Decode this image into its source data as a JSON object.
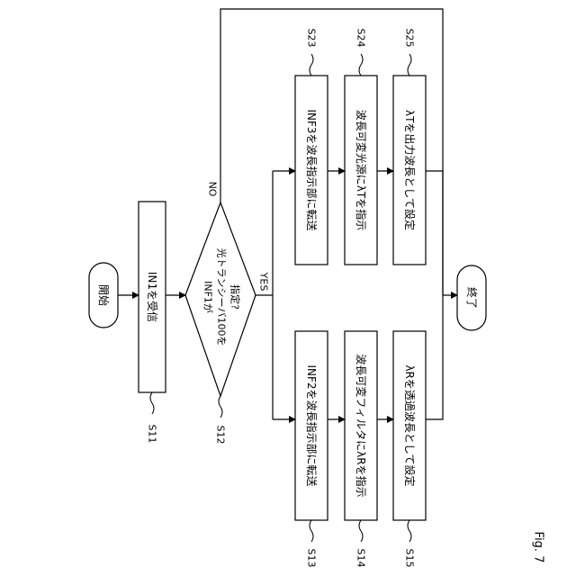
{
  "nodes": {
    "start": "開始",
    "s11": "IN1を受信",
    "s12_line1": "INF1が",
    "s12_line2": "光トランシーバ100を",
    "s12_line3": "指定?",
    "s13": "INF2を波長指示部に転送",
    "s14": "波長可変フィルタにλRを指示",
    "s15": "λRを透過波長として設定",
    "s23": "INF3を波長指示部に転送",
    "s24": "波長可変光源にλTを指示",
    "s25": "λTを出力波長として設定",
    "end": "終了"
  },
  "branches": {
    "yes": "YES",
    "no": "NO"
  },
  "step_labels": {
    "s11": "S11",
    "s12": "S12",
    "s13": "S13",
    "s14": "S14",
    "s15": "S15",
    "s23": "S23",
    "s24": "S24",
    "s25": "S25"
  },
  "figure_label": "Fig. 7"
}
